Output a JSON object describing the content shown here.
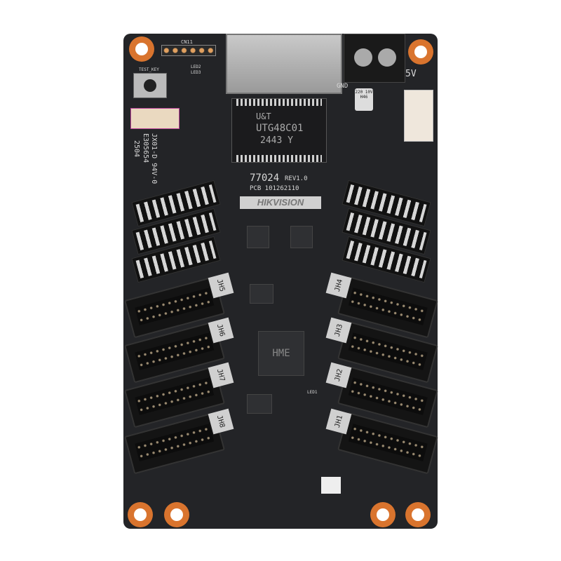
{
  "board": {
    "ethernet_chip": {
      "brand": "U&T",
      "part": "UTG48C01",
      "code": "2443 Y"
    },
    "model": "77024",
    "revision": "REV1.0",
    "pcb": "PCB 101262110",
    "logo": "HIKVISION",
    "controller_chip": "HME",
    "power_label": "5V",
    "gnd_label": "GND",
    "capacitor": "220 10V H46",
    "test_key": "TEST_KEY",
    "cn11": "CN11",
    "leds": [
      "LED2",
      "LED3",
      "LED1"
    ],
    "markings": [
      "JX01-D 94V-0",
      "E305654",
      "2504"
    ],
    "left_connectors": [
      "JH5",
      "JH6",
      "JH7",
      "JH8"
    ],
    "right_connectors": [
      "JH4",
      "JH3",
      "JH2",
      "JH1"
    ],
    "colors": {
      "board": "#232427",
      "copper_pad": "#d9742e",
      "terminal": "#1a1a1a"
    }
  }
}
